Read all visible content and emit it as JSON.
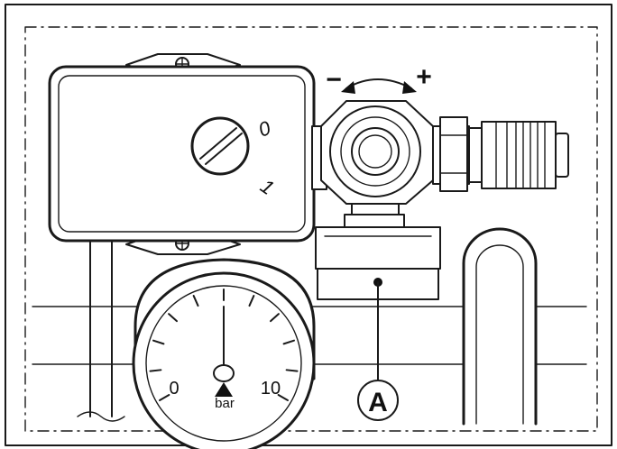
{
  "labels": {
    "minus": "−",
    "plus": "+",
    "dial_0": "0",
    "dial_1": "1",
    "gauge_min": "0",
    "gauge_max": "10",
    "gauge_unit": "bar",
    "callout": "A"
  },
  "colors": {
    "line": "#1a1a1a",
    "background": "#ffffff"
  }
}
